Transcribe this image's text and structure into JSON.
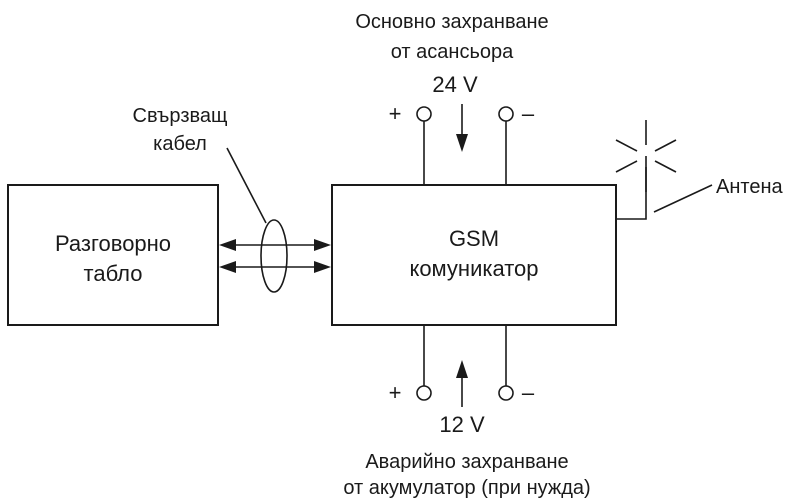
{
  "main_supply": {
    "line1": "Основно захранване",
    "line2": "от асансьора",
    "voltage": "24 V",
    "plus": "+",
    "minus": "–"
  },
  "backup_supply": {
    "line1": "Аварийно захранване",
    "line2": "от акумулатор (при нужда)",
    "voltage": "12 V",
    "plus": "+",
    "minus": "–"
  },
  "cable": {
    "line1": "Свързващ",
    "line2": "кабел"
  },
  "panel": {
    "line1": "Разговорно",
    "line2": "табло"
  },
  "gsm": {
    "line1": "GSM",
    "line2": "комуникатор"
  },
  "antenna": {
    "label": "Антена"
  }
}
